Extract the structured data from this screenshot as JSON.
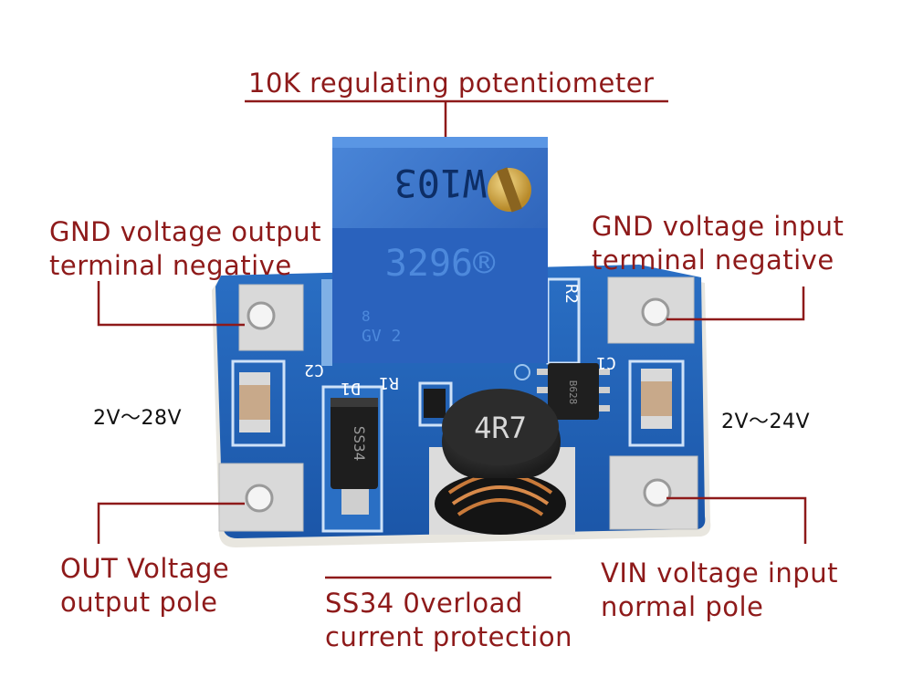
{
  "labels": {
    "potentiometer": "10K regulating potentiometer",
    "gnd_out_line1": "GND voltage output",
    "gnd_out_line2": "terminal negative",
    "gnd_in_line1": "GND voltage input",
    "gnd_in_line2": "terminal negative",
    "out_line1": "OUT Voltage",
    "out_line2": "output pole",
    "ss34_line1": "SS34 0verload",
    "ss34_line2": "current protection",
    "vin_line1": "VIN voltage input",
    "vin_line2": "normal pole",
    "range_out": "2V～28V",
    "range_in": "2V～24V"
  },
  "markings": {
    "pot_top": "W103",
    "pot_model": "3296®",
    "pot_small1": "8",
    "pot_small2": "GV 2",
    "inductor": "4R7",
    "diode": "SS34",
    "c2": "C2",
    "c1": "C1",
    "d1": "D1",
    "r1": "R1",
    "r2": "R2",
    "ic": "B628"
  },
  "colors": {
    "label": "#8e1a1a",
    "pcb": "#1a5fb4",
    "pot": "#2f6cc8"
  }
}
